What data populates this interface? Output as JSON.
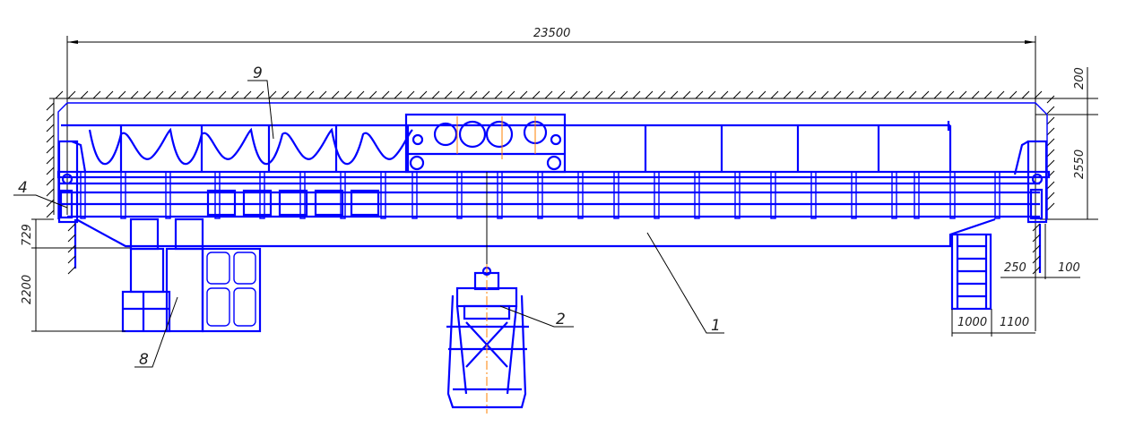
{
  "drawing": {
    "title": "Overhead grab crane - general view",
    "dimensions": {
      "span": "23500",
      "top_clearance": "200",
      "height": "2550",
      "below_rail": "729",
      "cab_height": "2200",
      "wall_gap_left": "250",
      "wall_gap_right": "100",
      "ladder_width": "1000",
      "ladder_offset": "1100"
    },
    "callouts": {
      "bridge": "1",
      "grab": "2",
      "buffer": "4",
      "cab": "8",
      "cable_festoon": "9"
    },
    "colors": {
      "outline": "#0000ff",
      "dimension": "#000000",
      "centerline": "#ff8000"
    }
  }
}
